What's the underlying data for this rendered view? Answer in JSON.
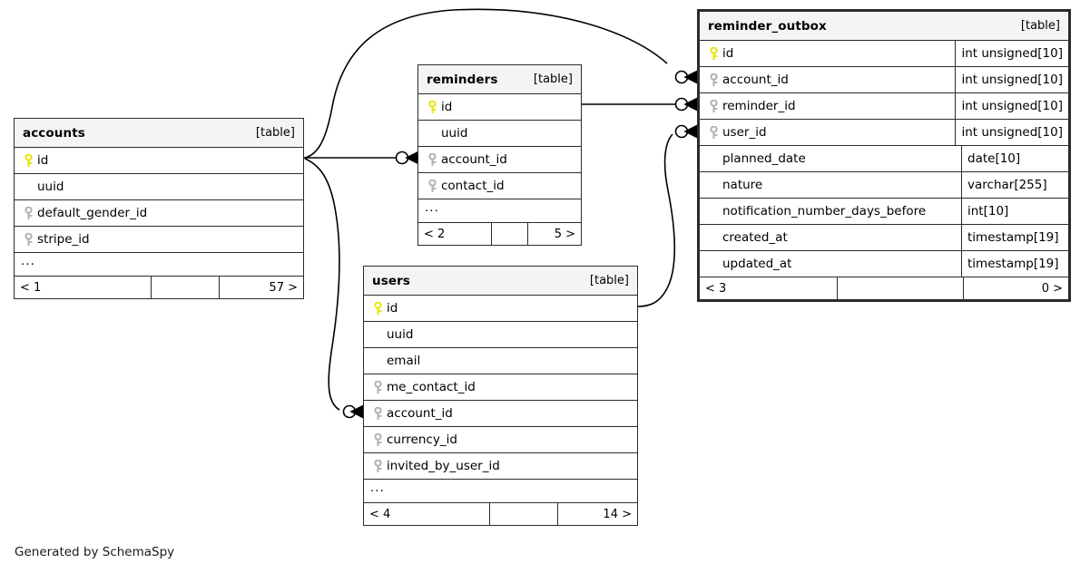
{
  "diagram": {
    "kind_label": "[table]",
    "ellipsis": "...",
    "caption": "Generated by SchemaSpy",
    "colors": {
      "primary_key": "#e8e400",
      "foreign_key": "#b0b0b0",
      "border": "#2b2b2b",
      "header_fill": "#f4f4f4",
      "background": "#ffffff"
    }
  },
  "tables": {
    "accounts": {
      "name": "accounts",
      "kind": "[table]",
      "columns": [
        {
          "name": "id",
          "type": "",
          "key": "primary"
        },
        {
          "name": "uuid",
          "type": "",
          "key": "none"
        },
        {
          "name": "default_gender_id",
          "type": "",
          "key": "foreign"
        },
        {
          "name": "stripe_id",
          "type": "",
          "key": "foreign"
        }
      ],
      "more_indicator": "...",
      "footer": {
        "left": "< 1",
        "middle": "",
        "right": "57 >"
      }
    },
    "reminders": {
      "name": "reminders",
      "kind": "[table]",
      "columns": [
        {
          "name": "id",
          "type": "",
          "key": "primary"
        },
        {
          "name": "uuid",
          "type": "",
          "key": "none"
        },
        {
          "name": "account_id",
          "type": "",
          "key": "foreign"
        },
        {
          "name": "contact_id",
          "type": "",
          "key": "foreign"
        }
      ],
      "more_indicator": "...",
      "footer": {
        "left": "< 2",
        "middle": "",
        "right": "5 >"
      }
    },
    "users": {
      "name": "users",
      "kind": "[table]",
      "columns": [
        {
          "name": "id",
          "type": "",
          "key": "primary"
        },
        {
          "name": "uuid",
          "type": "",
          "key": "none"
        },
        {
          "name": "email",
          "type": "",
          "key": "none"
        },
        {
          "name": "me_contact_id",
          "type": "",
          "key": "foreign"
        },
        {
          "name": "account_id",
          "type": "",
          "key": "foreign"
        },
        {
          "name": "currency_id",
          "type": "",
          "key": "foreign"
        },
        {
          "name": "invited_by_user_id",
          "type": "",
          "key": "foreign"
        }
      ],
      "more_indicator": "...",
      "footer": {
        "left": "< 4",
        "middle": "",
        "right": "14 >"
      }
    },
    "reminder_outbox": {
      "name": "reminder_outbox",
      "kind": "[table]",
      "columns": [
        {
          "name": "id",
          "type": "int unsigned[10]",
          "key": "primary"
        },
        {
          "name": "account_id",
          "type": "int unsigned[10]",
          "key": "foreign"
        },
        {
          "name": "reminder_id",
          "type": "int unsigned[10]",
          "key": "foreign"
        },
        {
          "name": "user_id",
          "type": "int unsigned[10]",
          "key": "foreign"
        },
        {
          "name": "planned_date",
          "type": "date[10]",
          "key": "none"
        },
        {
          "name": "nature",
          "type": "varchar[255]",
          "key": "none"
        },
        {
          "name": "notification_number_days_before",
          "type": "int[10]",
          "key": "none"
        },
        {
          "name": "created_at",
          "type": "timestamp[19]",
          "key": "none"
        },
        {
          "name": "updated_at",
          "type": "timestamp[19]",
          "key": "none"
        }
      ],
      "footer": {
        "left": "< 3",
        "middle": "",
        "right": "0 >"
      }
    }
  },
  "relationships": [
    {
      "from": "accounts.id",
      "to": "reminders.account_id",
      "cardinality": "one-to-many"
    },
    {
      "from": "accounts.id",
      "to": "reminder_outbox.account_id",
      "cardinality": "one-to-many"
    },
    {
      "from": "accounts.id",
      "to": "users.account_id",
      "cardinality": "one-to-many"
    },
    {
      "from": "reminders.id",
      "to": "reminder_outbox.reminder_id",
      "cardinality": "one-to-many"
    },
    {
      "from": "users.id",
      "to": "reminder_outbox.user_id",
      "cardinality": "one-to-many"
    }
  ]
}
